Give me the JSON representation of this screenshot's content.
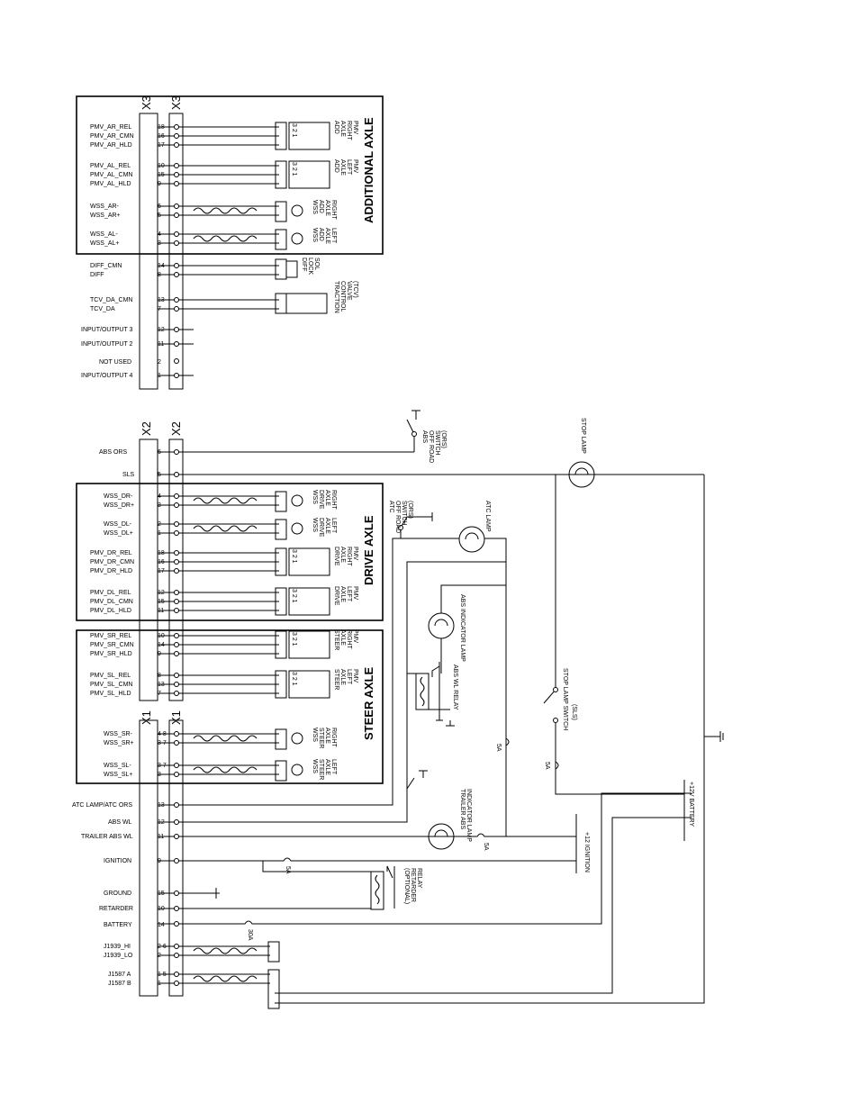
{
  "connectors": {
    "x1": "X1",
    "x2": "X2",
    "x3": "X3"
  },
  "sections": {
    "additional_axle": "ADDITIONAL AXLE",
    "drive_axle": "DRIVE AXLE",
    "steer_axle": "STEER AXLE"
  },
  "x3_rows": [
    {
      "sig": "PMV_AR_REL",
      "pins": "18"
    },
    {
      "sig": "PMV_AR_CMN",
      "pins": "16"
    },
    {
      "sig": "PMV_AR_HLD",
      "pins": "17"
    },
    {
      "sig": "PMV_AL_REL",
      "pins": "10"
    },
    {
      "sig": "PMV_AL_CMN",
      "pins": "15"
    },
    {
      "sig": "PMV_AL_HLD",
      "pins": "9"
    },
    {
      "sig": "WSS_AR-",
      "pins": "6"
    },
    {
      "sig": "WSS_AR+",
      "pins": "5"
    },
    {
      "sig": "WSS_AL-",
      "pins": "4"
    },
    {
      "sig": "WSS_AL+",
      "pins": "3"
    },
    {
      "sig": "DIFF_CMN",
      "pins": "14"
    },
    {
      "sig": "DIFF",
      "pins": "8"
    },
    {
      "sig": "TCV_DA_CMN",
      "pins": "13"
    },
    {
      "sig": "TCV_DA",
      "pins": "7"
    },
    {
      "sig": "INPUT/OUTPUT 3",
      "pins": "12"
    },
    {
      "sig": "INPUT/OUTPUT 2",
      "pins": "11"
    },
    {
      "sig": "NOT USED",
      "pins": "2"
    },
    {
      "sig": "INPUT/OUTPUT 4",
      "pins": "1"
    }
  ],
  "x2_rows": [
    {
      "sig": "ABS ORS",
      "pins": "6"
    },
    {
      "sig": "SLS",
      "pins": "5"
    },
    {
      "sig": "WSS_DR-",
      "pins": "4"
    },
    {
      "sig": "WSS_DR+",
      "pins": "3"
    },
    {
      "sig": "WSS_DL-",
      "pins": "2"
    },
    {
      "sig": "WSS_DL+",
      "pins": "1"
    },
    {
      "sig": "PMV_DR_REL",
      "pins": "18"
    },
    {
      "sig": "PMV_DR_CMN",
      "pins": "16"
    },
    {
      "sig": "PMV_DR_HLD",
      "pins": "17"
    },
    {
      "sig": "PMV_DL_REL",
      "pins": "12"
    },
    {
      "sig": "PMV_DL_CMN",
      "pins": "15"
    },
    {
      "sig": "PMV_DL_HLD",
      "pins": "11"
    },
    {
      "sig": "PMV_SR_REL",
      "pins": "10"
    },
    {
      "sig": "PMV_SR_CMN",
      "pins": "14"
    },
    {
      "sig": "PMV_SR_HLD",
      "pins": "9"
    },
    {
      "sig": "PMV_SL_REL",
      "pins": "8"
    },
    {
      "sig": "PMV_SL_CMN",
      "pins": "13"
    },
    {
      "sig": "PMV_SL_HLD",
      "pins": "7"
    }
  ],
  "x1_rows": [
    {
      "sig": "WSS_SR-",
      "pins": "4 8"
    },
    {
      "sig": "WSS_SR+",
      "pins": "3 7"
    },
    {
      "sig": "WSS_SL-",
      "pins": "3 7"
    },
    {
      "sig": "WSS_SL+",
      "pins": "3"
    },
    {
      "sig": "ATC LAMP/ATC ORS",
      "pins": "13"
    },
    {
      "sig": "ABS WL",
      "pins": "12"
    },
    {
      "sig": "TRAILER ABS WL",
      "pins": "11"
    },
    {
      "sig": "IGNITION",
      "pins": "9"
    },
    {
      "sig": "GROUND",
      "pins": "15"
    },
    {
      "sig": "RETARDER",
      "pins": "10"
    },
    {
      "sig": "BATTERY",
      "pins": "14"
    },
    {
      "sig": "J1939_HI",
      "pins": "2 6"
    },
    {
      "sig": "J1939_LO",
      "pins": "2"
    },
    {
      "sig": "J1587 A",
      "pins": "1 5"
    },
    {
      "sig": "J1587 B",
      "pins": "1"
    }
  ],
  "devices": {
    "add_axle_right_pmv": [
      "ADD",
      "AXLE",
      "RIGHT",
      "PMV"
    ],
    "add_axle_left_pmv": [
      "ADD",
      "AXLE",
      "LEFT",
      "PMV"
    ],
    "wss_add_axle_right": [
      "WSS",
      "ADD",
      "AXLE",
      "RIGHT"
    ],
    "wss_add_axle_left": [
      "WSS",
      "ADD",
      "AXLE",
      "LEFT"
    ],
    "diff_lock_sol": [
      "DIFF",
      "LOCK",
      "SOL"
    ],
    "tcv": [
      "TRACTION",
      "CONTROL",
      "VALVE",
      "(TCV)"
    ],
    "wss_drive_axle_right": [
      "WSS",
      "DRIVE",
      "AXLE",
      "RIGHT"
    ],
    "wss_drive_axle_left": [
      "WSS",
      "DRIVE",
      "AXLE",
      "LEFT"
    ],
    "drive_axle_right_pmv": [
      "DRIVE",
      "AXLE",
      "RIGHT",
      "PMV"
    ],
    "drive_axle_left_pmv": [
      "DRIVE",
      "AXLE",
      "LEFT",
      "PMV"
    ],
    "steer_axle_right_pmv": [
      "STEER",
      "AXLE",
      "RIGHT",
      "PMV"
    ],
    "steer_axle_left_pmv": [
      "STEER",
      "AXLE",
      "LEFT",
      "PMV"
    ],
    "wss_steer_axle_right": [
      "WSS",
      "STEER",
      "AXLE",
      "RIGHT"
    ],
    "wss_steer_axle_left": [
      "WSS",
      "STEER",
      "AXLE",
      "LEFT"
    ]
  },
  "components": {
    "abs_ors": [
      "ABS",
      "OFF ROAD",
      "SWITCH",
      "(ORS)"
    ],
    "atc_ors": [
      "ATC",
      "OFF ROAD",
      "SWITCH",
      "(ORS)"
    ],
    "atc_lamp": "ATC LAMP",
    "abs_indicator_lamp": "ABS INDICATOR LAMP",
    "abs_wl_relay": "ABS WL RELAY",
    "stop_lamp": "STOP LAMP",
    "stop_lamp_switch": "STOP LAMP SWITCH",
    "sls": "(SLS)",
    "trailer_abs_lamp": [
      "TRAILER ABS",
      "INDICATOR LAMP"
    ],
    "ignition": "+12 IGNITION",
    "battery": "+12V BATTERY",
    "retarder_relay": [
      "(OPTIONAL)",
      "RETARDER",
      "RELAY"
    ]
  },
  "fuses": {
    "f1": "5A",
    "f2": "5A",
    "f3": "5A",
    "f4": "5A",
    "f5": "30A"
  },
  "pmv_pins": "3 2 1"
}
